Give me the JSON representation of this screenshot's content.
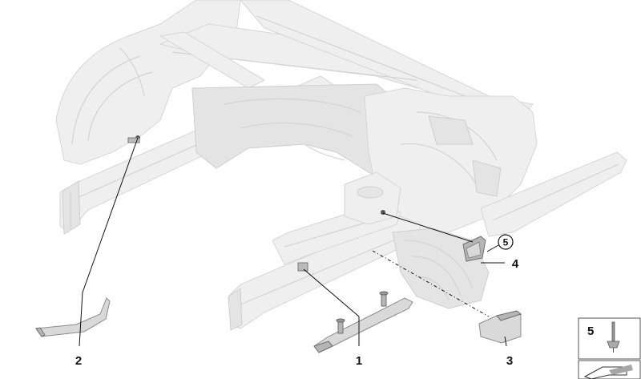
{
  "callouts": {
    "c1": "1",
    "c2": "2",
    "c3": "3",
    "c4": "4",
    "c5": "5"
  },
  "legend": {
    "label": "5",
    "part_icon": "screw-rivet-icon",
    "nav_icon": "next-arrow-icon"
  },
  "colors": {
    "body": "#efefef",
    "part": "#d9d9d9",
    "accent_swatch": "#a6a6a6"
  }
}
